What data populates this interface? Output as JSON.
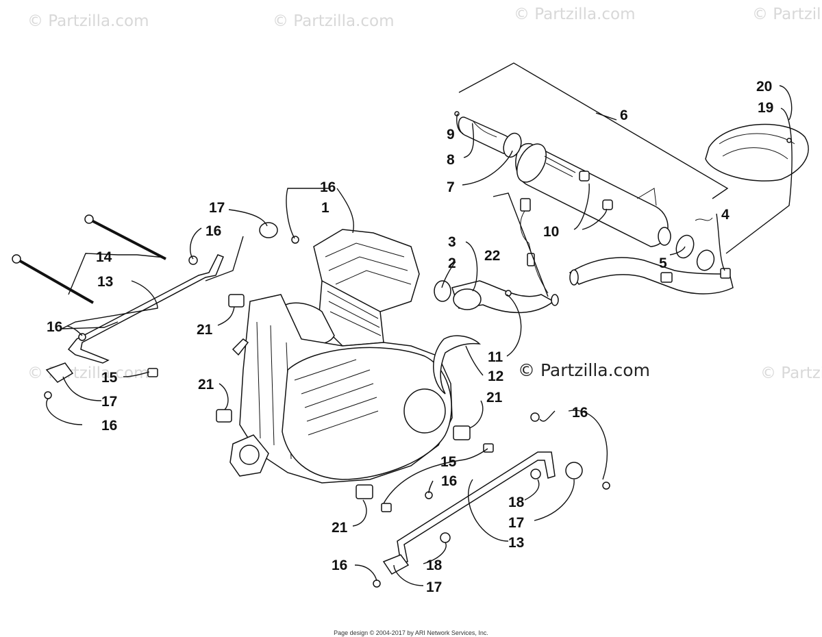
{
  "watermarks": {
    "faint": "© Partzilla.com",
    "main": "© Partzilla.com"
  },
  "footer": "Page design © 2004-2017 by ARI Network Services, Inc.",
  "callouts": {
    "c20": "20",
    "c19": "19",
    "c6": "6",
    "c9": "9",
    "c8": "8",
    "c7": "7",
    "c4": "4",
    "c10": "10",
    "c5": "5",
    "c3": "3",
    "c2": "2",
    "c22": "22",
    "c1": "1",
    "c16a": "16",
    "c17a": "17",
    "c16b": "16",
    "c14": "14",
    "c13a": "13",
    "c16c": "16",
    "c21a": "21",
    "c15a": "15",
    "c21b": "21",
    "c17b": "17",
    "c16d": "16",
    "c11": "11",
    "c12": "12",
    "c21c": "21",
    "c16e": "16",
    "c15b": "15",
    "c16f": "16",
    "c18a": "18",
    "c17c": "17",
    "c13b": "13",
    "c21d": "21",
    "c16g": "16",
    "c18b": "18",
    "c17d": "17"
  }
}
